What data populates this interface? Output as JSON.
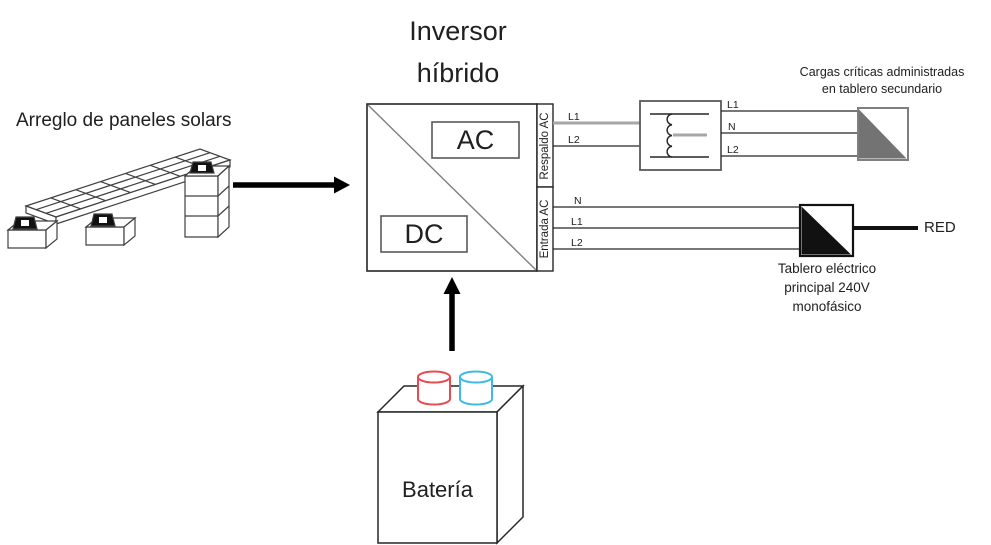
{
  "title": {
    "line1": "Inversor",
    "line2": "híbrido"
  },
  "solar_array": {
    "label": "Arreglo de paneles solars"
  },
  "inverter": {
    "ac_label": "AC",
    "dc_label": "DC",
    "backup_port_label": "Respaldo AC",
    "input_port_label": "Entrada AC"
  },
  "backup_wires": {
    "l1": "L1",
    "l2": "L2"
  },
  "transformer_out_wires": {
    "l1": "L1",
    "n": "N",
    "l2": "L2"
  },
  "input_wires": {
    "n": "N",
    "l1": "L1",
    "l2": "L2"
  },
  "critical_loads": {
    "line1": "Cargas críticas administradas",
    "line2": "en tablero secundario"
  },
  "main_panel": {
    "line1": "Tablero eléctrico",
    "line2": "principal 240V",
    "line3": "monofásico"
  },
  "grid": {
    "label": "RED"
  },
  "battery": {
    "label": "Batería"
  },
  "colors": {
    "terminal_red": "#E84A50",
    "terminal_blue": "#3FB9E6",
    "triangle_gray": "#737373",
    "panel_border_gray": "#7F7F7F",
    "wire_gray": "#A6A6A6",
    "line_black": "#262626"
  }
}
